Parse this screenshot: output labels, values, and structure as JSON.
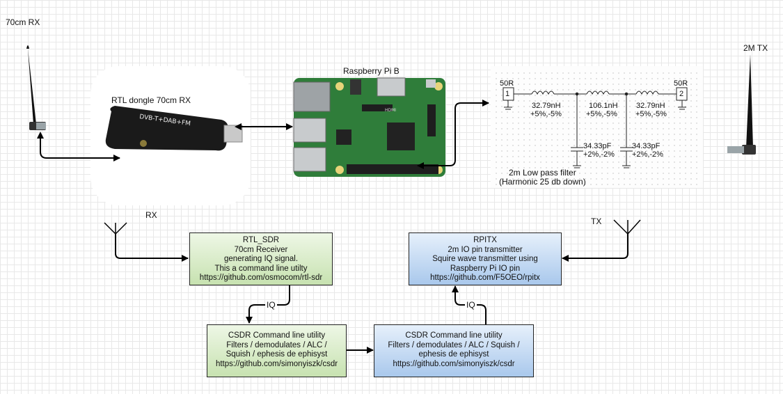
{
  "labels": {
    "rx_antenna_title": "70cm RX",
    "tx_antenna_title": "2M TX",
    "dongle_title": "RTL dongle 70cm RX",
    "dongle_print": "DVB-T+DAB+FM",
    "pi_title": "Raspberry Pi B",
    "pi_hdmi": "HDMI",
    "filter_caption_1": "2m Low pass filter",
    "filter_caption_2": "(Harmonic 25 db down)",
    "rx_symbol": "RX",
    "tx_symbol": "TX",
    "iq_left": "IQ",
    "iq_right": "IQ"
  },
  "filter": {
    "port_in_label": "50R",
    "port_in_num": "1",
    "port_out_label": "50R",
    "port_out_num": "2",
    "l1_value": "32.79nH",
    "l1_tol": "+5%,-5%",
    "l2_value": "106.1nH",
    "l2_tol": "+5%,-5%",
    "l3_value": "32.79nH",
    "l3_tol": "+5%,-5%",
    "c1_value": "34.33pF",
    "c1_tol": "+2%,-2%",
    "c2_value": "34.33pF",
    "c2_tol": "+2%,-2%"
  },
  "boxes": {
    "rtl_sdr": [
      "RTL_SDR",
      "70cm Receiver",
      "generating IQ signal.",
      "This a command line utilty",
      "https://github.com/osmocom/rtl-sdr"
    ],
    "rpitx": [
      "RPITX",
      "2m IO pin transmitter",
      "Squire wave transmitter using",
      "Raspberry Pi IO pin",
      "https://github.com/F5OEO/rpitx"
    ],
    "csdr_left": [
      "CSDR Command line utility",
      "Filters / demodulates / ALC /",
      "Squish / ephesis de ephisyst",
      "https://github.com/simonyiszk/csdr"
    ],
    "csdr_right": [
      "CSDR Command line utility",
      "Filters / demodulates / ALC / Squish /",
      "ephesis de ephisyst",
      "https://github.com/simonyiszk/csdr"
    ]
  },
  "colors": {
    "green_box": "#c7e2b0",
    "blue_box": "#a9c8ec",
    "pcb_green": "#2f7d3a"
  }
}
